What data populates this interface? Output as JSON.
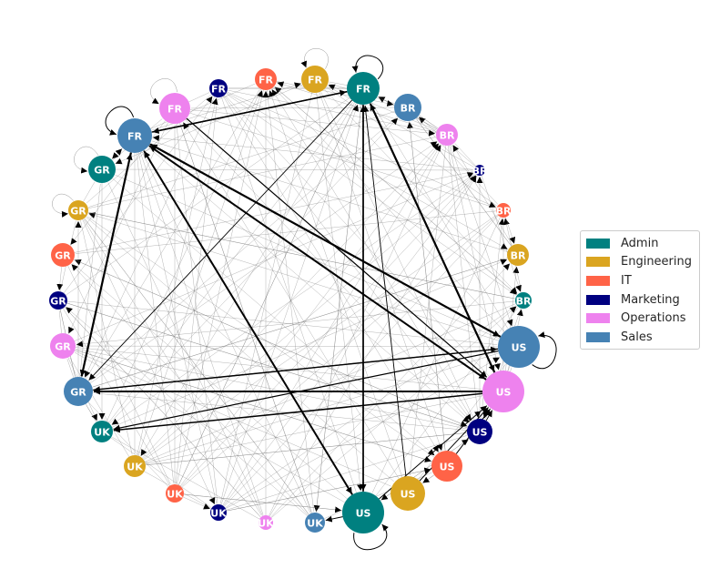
{
  "colors": {
    "Admin": "#008080",
    "Engineering": "#DAA520",
    "IT": "#FF6347",
    "Marketing": "#000080",
    "Operations": "#EE82EE",
    "Sales": "#4682B4"
  },
  "legend": {
    "entries": [
      {
        "label": "Admin",
        "color": "#008080"
      },
      {
        "label": "Engineering",
        "color": "#DAA520"
      },
      {
        "label": "IT",
        "color": "#FF6347"
      },
      {
        "label": "Marketing",
        "color": "#000080"
      },
      {
        "label": "Operations",
        "color": "#EE82EE"
      },
      {
        "label": "Sales",
        "color": "#4682B4"
      }
    ]
  },
  "nodes": [
    {
      "label": "US",
      "department": "Admin"
    },
    {
      "label": "US",
      "department": "Engineering"
    },
    {
      "label": "US",
      "department": "IT"
    },
    {
      "label": "US",
      "department": "Marketing"
    },
    {
      "label": "US",
      "department": "Operations"
    },
    {
      "label": "US",
      "department": "Sales"
    },
    {
      "label": "BR",
      "department": "Admin"
    },
    {
      "label": "BR",
      "department": "Engineering"
    },
    {
      "label": "BR",
      "department": "IT"
    },
    {
      "label": "BR",
      "department": "Marketing"
    },
    {
      "label": "BR",
      "department": "Operations"
    },
    {
      "label": "BR",
      "department": "Sales"
    },
    {
      "label": "FR",
      "department": "Admin"
    },
    {
      "label": "FR",
      "department": "Engineering"
    },
    {
      "label": "FR",
      "department": "IT"
    },
    {
      "label": "FR",
      "department": "Marketing"
    },
    {
      "label": "FR",
      "department": "Operations"
    },
    {
      "label": "FR",
      "department": "Sales"
    },
    {
      "label": "GR",
      "department": "Admin"
    },
    {
      "label": "GR",
      "department": "Engineering"
    },
    {
      "label": "GR",
      "department": "IT"
    },
    {
      "label": "GR",
      "department": "Marketing"
    },
    {
      "label": "GR",
      "department": "Operations"
    },
    {
      "label": "GR",
      "department": "Sales"
    },
    {
      "label": "UK",
      "department": "Admin"
    },
    {
      "label": "UK",
      "department": "Engineering"
    },
    {
      "label": "UK",
      "department": "IT"
    },
    {
      "label": "UK",
      "department": "Marketing"
    },
    {
      "label": "UK",
      "department": "Operations"
    },
    {
      "label": "UK",
      "department": "Sales"
    }
  ]
}
